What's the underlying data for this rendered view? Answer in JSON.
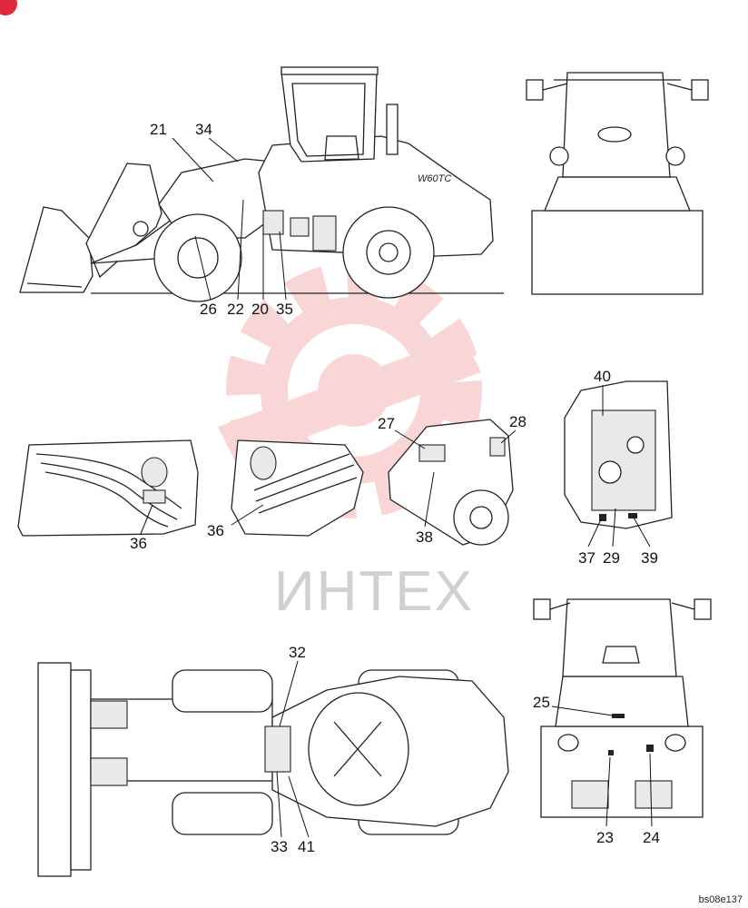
{
  "watermark": {
    "text": "ИНТЕХ",
    "color": "#f08b8b"
  },
  "drawing_code": "bs08e137",
  "corner_badge_color": "#e0283c",
  "views": {
    "side": {
      "callouts": [
        "21",
        "34",
        "26",
        "22",
        "20",
        "35"
      ],
      "body_badge": "W60TC"
    },
    "rear_top": {
      "callouts": []
    },
    "detail_a": {
      "callouts": [
        "36"
      ]
    },
    "detail_b": {
      "callouts": [
        "36"
      ]
    },
    "detail_c": {
      "callouts": [
        "27",
        "28",
        "38"
      ]
    },
    "detail_d": {
      "callouts": [
        "40",
        "37",
        "29",
        "39"
      ]
    },
    "top_view": {
      "callouts": [
        "32",
        "33",
        "41"
      ]
    },
    "rear_bottom": {
      "callouts": [
        "25",
        "23",
        "24"
      ]
    }
  }
}
